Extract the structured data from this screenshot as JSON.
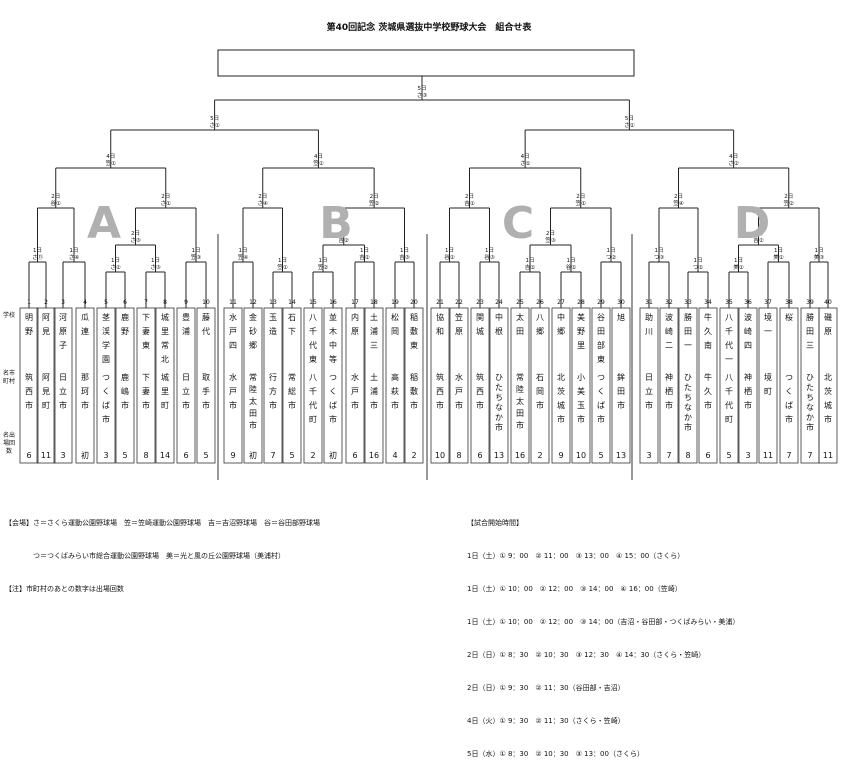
{
  "title": "第40回記念 茨城県選抜中学校野球大会　組合せ表",
  "block_letters": [
    "A",
    "B",
    "C",
    "D"
  ],
  "row_labels": {
    "school": "学校",
    "city": "名市町村",
    "appearances": "名出場回数"
  },
  "teams": [
    {
      "no": "1",
      "school": "明野",
      "city": "筑西市",
      "count": "6"
    },
    {
      "no": "2",
      "school": "阿見",
      "city": "阿見町",
      "count": "11"
    },
    {
      "no": "3",
      "school": "河原子",
      "city": "日立市",
      "count": "3"
    },
    {
      "no": "4",
      "school": "瓜連",
      "city": "那珂市",
      "count": "初"
    },
    {
      "no": "5",
      "school": "茎渓学園",
      "city": "つくば市",
      "count": "3"
    },
    {
      "no": "6",
      "school": "鹿野",
      "city": "鹿嶋市",
      "count": "5"
    },
    {
      "no": "7",
      "school": "下妻東",
      "city": "下妻市",
      "count": "8"
    },
    {
      "no": "8",
      "school": "城里常北",
      "city": "城里町",
      "count": "14"
    },
    {
      "no": "9",
      "school": "豊浦",
      "city": "日立市",
      "count": "6"
    },
    {
      "no": "10",
      "school": "藤代",
      "city": "取手市",
      "count": "5"
    },
    {
      "no": "11",
      "school": "水戸四",
      "city": "水戸市",
      "count": "9"
    },
    {
      "no": "12",
      "school": "金砂郷",
      "city": "常陸太田市",
      "count": "初"
    },
    {
      "no": "13",
      "school": "玉造",
      "city": "行方市",
      "count": "7"
    },
    {
      "no": "14",
      "school": "石下",
      "city": "常総市",
      "count": "5"
    },
    {
      "no": "15",
      "school": "八千代東",
      "city": "八千代町",
      "count": "2"
    },
    {
      "no": "16",
      "school": "並木中等",
      "city": "つくば市",
      "count": "初"
    },
    {
      "no": "17",
      "school": "内原",
      "city": "水戸市",
      "count": "6"
    },
    {
      "no": "18",
      "school": "土浦三",
      "city": "土浦市",
      "count": "16"
    },
    {
      "no": "19",
      "school": "松岡",
      "city": "高萩市",
      "count": "4"
    },
    {
      "no": "20",
      "school": "稲敷東",
      "city": "稲敷市",
      "count": "2"
    },
    {
      "no": "21",
      "school": "協和",
      "city": "筑西市",
      "count": "10"
    },
    {
      "no": "22",
      "school": "笠原",
      "city": "水戸市",
      "count": "8"
    },
    {
      "no": "23",
      "school": "関城",
      "city": "筑西市",
      "count": "6"
    },
    {
      "no": "24",
      "school": "中根",
      "city": "ひたちなか市",
      "count": "13"
    },
    {
      "no": "25",
      "school": "太田",
      "city": "常陸太田市",
      "count": "16"
    },
    {
      "no": "26",
      "school": "八郷",
      "city": "石岡市",
      "count": "2"
    },
    {
      "no": "27",
      "school": "中郷",
      "city": "北茨城市",
      "count": "9"
    },
    {
      "no": "28",
      "school": "美野里",
      "city": "小美玉市",
      "count": "10"
    },
    {
      "no": "29",
      "school": "谷田部東",
      "city": "つくば市",
      "count": "5"
    },
    {
      "no": "30",
      "school": "旭",
      "city": "鉾田市",
      "count": "13"
    },
    {
      "no": "31",
      "school": "助川",
      "city": "日立市",
      "count": "3"
    },
    {
      "no": "32",
      "school": "波崎二",
      "city": "神栖市",
      "count": "7"
    },
    {
      "no": "33",
      "school": "勝田一",
      "city": "ひたちなか市",
      "count": "8"
    },
    {
      "no": "34",
      "school": "牛久南",
      "city": "牛久市",
      "count": "6"
    },
    {
      "no": "35",
      "school": "八千代一",
      "city": "八千代町",
      "count": "5"
    },
    {
      "no": "36",
      "school": "波崎四",
      "city": "神栖市",
      "count": "3"
    },
    {
      "no": "37",
      "school": "境一",
      "city": "境町",
      "count": "11"
    },
    {
      "no": "38",
      "school": "桜",
      "city": "つくば市",
      "count": "7"
    },
    {
      "no": "39",
      "school": "勝田三",
      "city": "ひたちなか市",
      "count": "7"
    },
    {
      "no": "40",
      "school": "磯原",
      "city": "北茨城市",
      "count": "11"
    }
  ],
  "round1": [
    {
      "date": "1日",
      "venue": "さ⑪",
      "slot": "1-2"
    },
    {
      "date": "1日",
      "venue": "さ④",
      "slot": "3-4"
    },
    {
      "date": "1日",
      "venue": "さ②",
      "slot": "5-6"
    },
    {
      "date": "1日",
      "venue": "さ③",
      "slot": "7-8"
    },
    {
      "date": "1日",
      "venue": "笠③",
      "slot": "9-10"
    },
    {
      "date": "1日",
      "venue": "笠④",
      "slot": "11-12"
    },
    {
      "date": "1日",
      "venue": "笠①",
      "slot": "13-14"
    },
    {
      "date": "1日",
      "venue": "笠②",
      "slot": "15-16"
    },
    {
      "date": "1日",
      "venue": "吉②",
      "slot": "17-18"
    },
    {
      "date": "1日",
      "venue": "吉③",
      "slot": "19-20"
    },
    {
      "date": "1日",
      "venue": "谷②",
      "slot": "21-22"
    },
    {
      "date": "1日",
      "venue": "谷③",
      "slot": "23-24"
    },
    {
      "date": "1日",
      "venue": "吉①",
      "slot": "25-26"
    },
    {
      "date": "1日",
      "venue": "谷①",
      "slot": "27-28"
    },
    {
      "date": "1日",
      "venue": "つ②",
      "slot": "29-30"
    },
    {
      "date": "1日",
      "venue": "つ③",
      "slot": "31-32"
    },
    {
      "date": "1日",
      "venue": "つ①",
      "slot": "33-34"
    },
    {
      "date": "1日",
      "venue": "美①",
      "slot": "35-36"
    },
    {
      "date": "1日",
      "venue": "美②",
      "slot": "37-38"
    },
    {
      "date": "1日",
      "venue": "美③",
      "slot": "39-40"
    }
  ],
  "round2": [
    {
      "date": "2日",
      "venue": "谷①"
    },
    {
      "date": "2日",
      "venue": "さ①"
    },
    {
      "date": "2日",
      "venue": "さ③"
    },
    {
      "date": "2日",
      "venue": "さ④"
    },
    {
      "date": "2日",
      "venue": "笠②"
    },
    {
      "date": "2日",
      "venue": "吉②"
    },
    {
      "date": "2日",
      "venue": "吉①"
    },
    {
      "date": "2日",
      "venue": "笠①"
    },
    {
      "date": "2日",
      "venue": "笠③"
    },
    {
      "date": "2日",
      "venue": "笠④"
    },
    {
      "date": "2日",
      "venue": "笠②"
    },
    {
      "date": "2日",
      "venue": "吉②"
    }
  ],
  "round4": [
    {
      "date": "4日",
      "venue": "笠①"
    },
    {
      "date": "4日",
      "venue": "笠②"
    },
    {
      "date": "4日",
      "venue": "さ①"
    },
    {
      "date": "4日",
      "venue": "さ②"
    }
  ],
  "round5_semis": [
    {
      "date": "5日",
      "venue": "さ①"
    },
    {
      "date": "5日",
      "venue": "さ②"
    }
  ],
  "final": {
    "date": "5日",
    "venue": "さ③"
  },
  "notes": [
    "【会場】さ＝さくら運動公園野球場　笠＝笠崎運動公園野球場　吉＝吉沼野球場　谷＝谷田部野球場",
    "　　　　つ＝つくばみらい市総合運動公園野球場　美＝光と風の丘公園野球場（美浦村）",
    "【注】市町村のあとの数字は出場回数"
  ],
  "times": [
    "【試合開始時間】",
    "1日（土）① 9：00　② 11：00　③ 13：00　④ 15：00（さくら）",
    "1日（土）① 10：00　② 12：00　③ 14：00　④ 16：00（笠崎）",
    "1日（土）① 10：00　② 12：00　③ 14：00（吉沼・谷田部・つくばみらい・美浦）",
    "2日（日）① 8：30　② 10：30　③ 12：30　④ 14：30（さくら・笠崎）",
    "2日（日）① 9：30　② 11：30（谷田部・吉沼）",
    "4日（火）① 9：30　② 11：30（さくら・笠崎）",
    "5日（水）① 8：30　② 10：30　③ 13：00（さくら）"
  ]
}
